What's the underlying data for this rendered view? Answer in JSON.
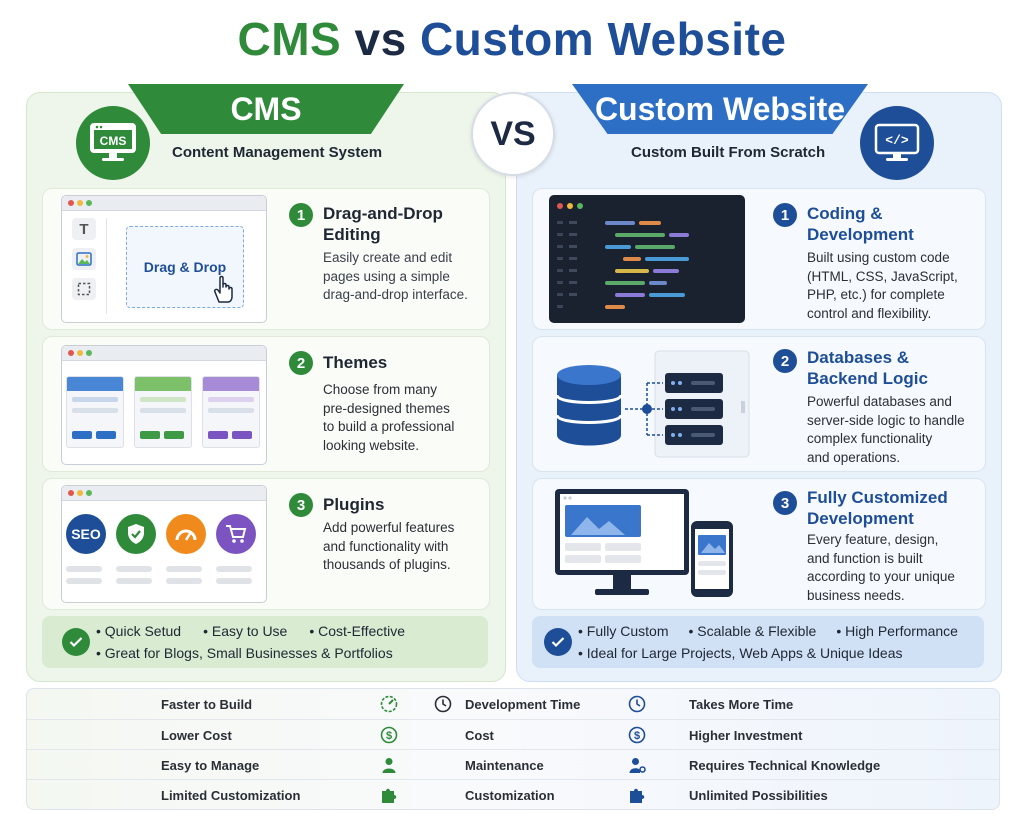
{
  "title": {
    "part1": "CMS",
    "part2": "vs",
    "part3": "Custom Website"
  },
  "vs": "VS",
  "left": {
    "banner": "CMS",
    "logo_text": "CMS",
    "subtitle": "Content Management System",
    "features": [
      {
        "number": "1",
        "title_line1": "Drag-and-Drop",
        "title_line2": "Editing",
        "desc": [
          "Easily create and edit",
          "pages using a simple",
          "drag-and-drop interface."
        ]
      },
      {
        "number": "2",
        "title_line1": "Themes",
        "desc": [
          "Choose from many",
          "pre-designed themes",
          "to build a professional",
          "looking website."
        ]
      },
      {
        "number": "3",
        "title_line1": "Plugins",
        "desc": [
          "Add powerful features",
          "and functionality with",
          "thousands of plugins."
        ]
      }
    ],
    "dragdrop_label": "Drag & Drop",
    "tool_text": "T",
    "plugin_seo": "SEO",
    "benefits_line1": [
      "Quick Setud",
      "Easy to Use",
      "Cost-Effective"
    ],
    "benefits_line2": "Great for Blogs, Small Businesses & Portfolios"
  },
  "right": {
    "banner": "Custom Website",
    "logo_text": "</>",
    "subtitle": "Custom Built From Scratch",
    "features": [
      {
        "number": "1",
        "title_line1": "Coding &",
        "title_line2": "Development",
        "desc": [
          "Built using custom code",
          "(HTML, CSS, JavaScript,",
          "PHP, etc.) for complete",
          "control and flexibility."
        ]
      },
      {
        "number": "2",
        "title_line1": "Databases &",
        "title_line2": "Backend Logic",
        "desc": [
          "Powerful databases and",
          "server-side logic to handle",
          "complex functionality",
          "and operations."
        ]
      },
      {
        "number": "3",
        "title_line1": "Fully Customized",
        "title_line2": "Development",
        "desc": [
          "Every feature, design,",
          "and function is built",
          "according to your unique",
          "business needs."
        ]
      }
    ],
    "benefits_line1": [
      "Fully Custom",
      "Scalable & Flexible",
      "High Performance"
    ],
    "benefits_line2": "Ideal for Large Projects, Web Apps & Unique Ideas"
  },
  "comparison": [
    {
      "cms": "Faster to Build",
      "cms_icon": "speedometer-icon",
      "aspect": "Development Time",
      "aspect_icon": "clock-icon",
      "custom": "Takes More Time"
    },
    {
      "cms": "Lower Cost",
      "cms_icon": "dollar-icon",
      "aspect": "Cost",
      "aspect_icon": "dollar-icon",
      "custom": "Higher Investment"
    },
    {
      "cms": "Easy to Manage",
      "cms_icon": "user-icon",
      "aspect": "Maintenance",
      "aspect_icon": "user-gear-icon",
      "custom": "Requires Technical Knowledge"
    },
    {
      "cms": "Limited Customization",
      "cms_icon": "puzzle-icon",
      "aspect": "Customization",
      "aspect_icon": "puzzle-icon",
      "custom": "Unlimited Possibilities"
    }
  ],
  "colors": {
    "green": "#2f8a3a",
    "blue": "#1e4e98",
    "dark": "#1c2a44"
  }
}
